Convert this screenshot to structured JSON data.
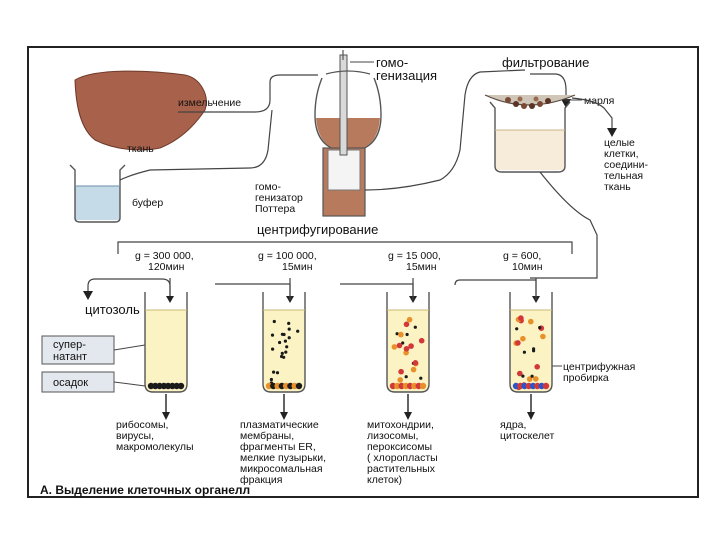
{
  "labels": {
    "mincing": "измельчение",
    "tissue": "ткань",
    "buffer": "буфер",
    "homogenization_1": "гомо-",
    "homogenization_2": "генизация",
    "filtration": "фильтрование",
    "gauze": "марля",
    "whole_cells_1": "целые",
    "whole_cells_2": "клетки,",
    "whole_cells_3": "соедини-",
    "whole_cells_4": "тельная",
    "whole_cells_5": "ткань",
    "potter_1": "гомо-",
    "potter_2": "генизатор",
    "potter_3": "Поттера",
    "centrifugation": "центрифугирование",
    "cytosol": "цитозоль",
    "supernatant_1": "супер-",
    "supernatant_2": "натант",
    "pellet": "осадок",
    "centrifuge_tube_1": "центрифужная",
    "centrifuge_tube_2": "пробирка",
    "caption": "А. Выделение клеточных органелл"
  },
  "conditions": [
    {
      "line1": "g = 300 000,",
      "line2": "120мин"
    },
    {
      "line1": "g = 100 000,",
      "line2": "15мин"
    },
    {
      "line1": "g = 15 000,",
      "line2": "15мин"
    },
    {
      "line1": "g = 600,",
      "line2": "10мин"
    }
  ],
  "fractions": [
    {
      "lines": [
        "рибосомы,",
        "вирусы,",
        "макромолекулы"
      ]
    },
    {
      "lines": [
        "плазматические",
        "мембраны,",
        "фрагменты ER,",
        "мелкие пузырьки,",
        "микросомальная",
        "фракция"
      ]
    },
    {
      "lines": [
        "митохондрии,",
        "лизосомы,",
        "пероксисомы",
        "( хлоропласты",
        "растительных",
        "клеток)"
      ]
    },
    {
      "lines": [
        "ядра,",
        "цитоскелет"
      ]
    }
  ],
  "colors": {
    "liver": "#a8614a",
    "homogenate": "#b87a5c",
    "buffer_blue": "#9fc3d8",
    "supernatant_yellow": "#fbf3c4",
    "dot_black": "#1a1a1a",
    "dot_orange": "#e8902a",
    "dot_red": "#d2383a",
    "dot_blue": "#2a55c8",
    "box_fill": "#e3e7ee"
  }
}
